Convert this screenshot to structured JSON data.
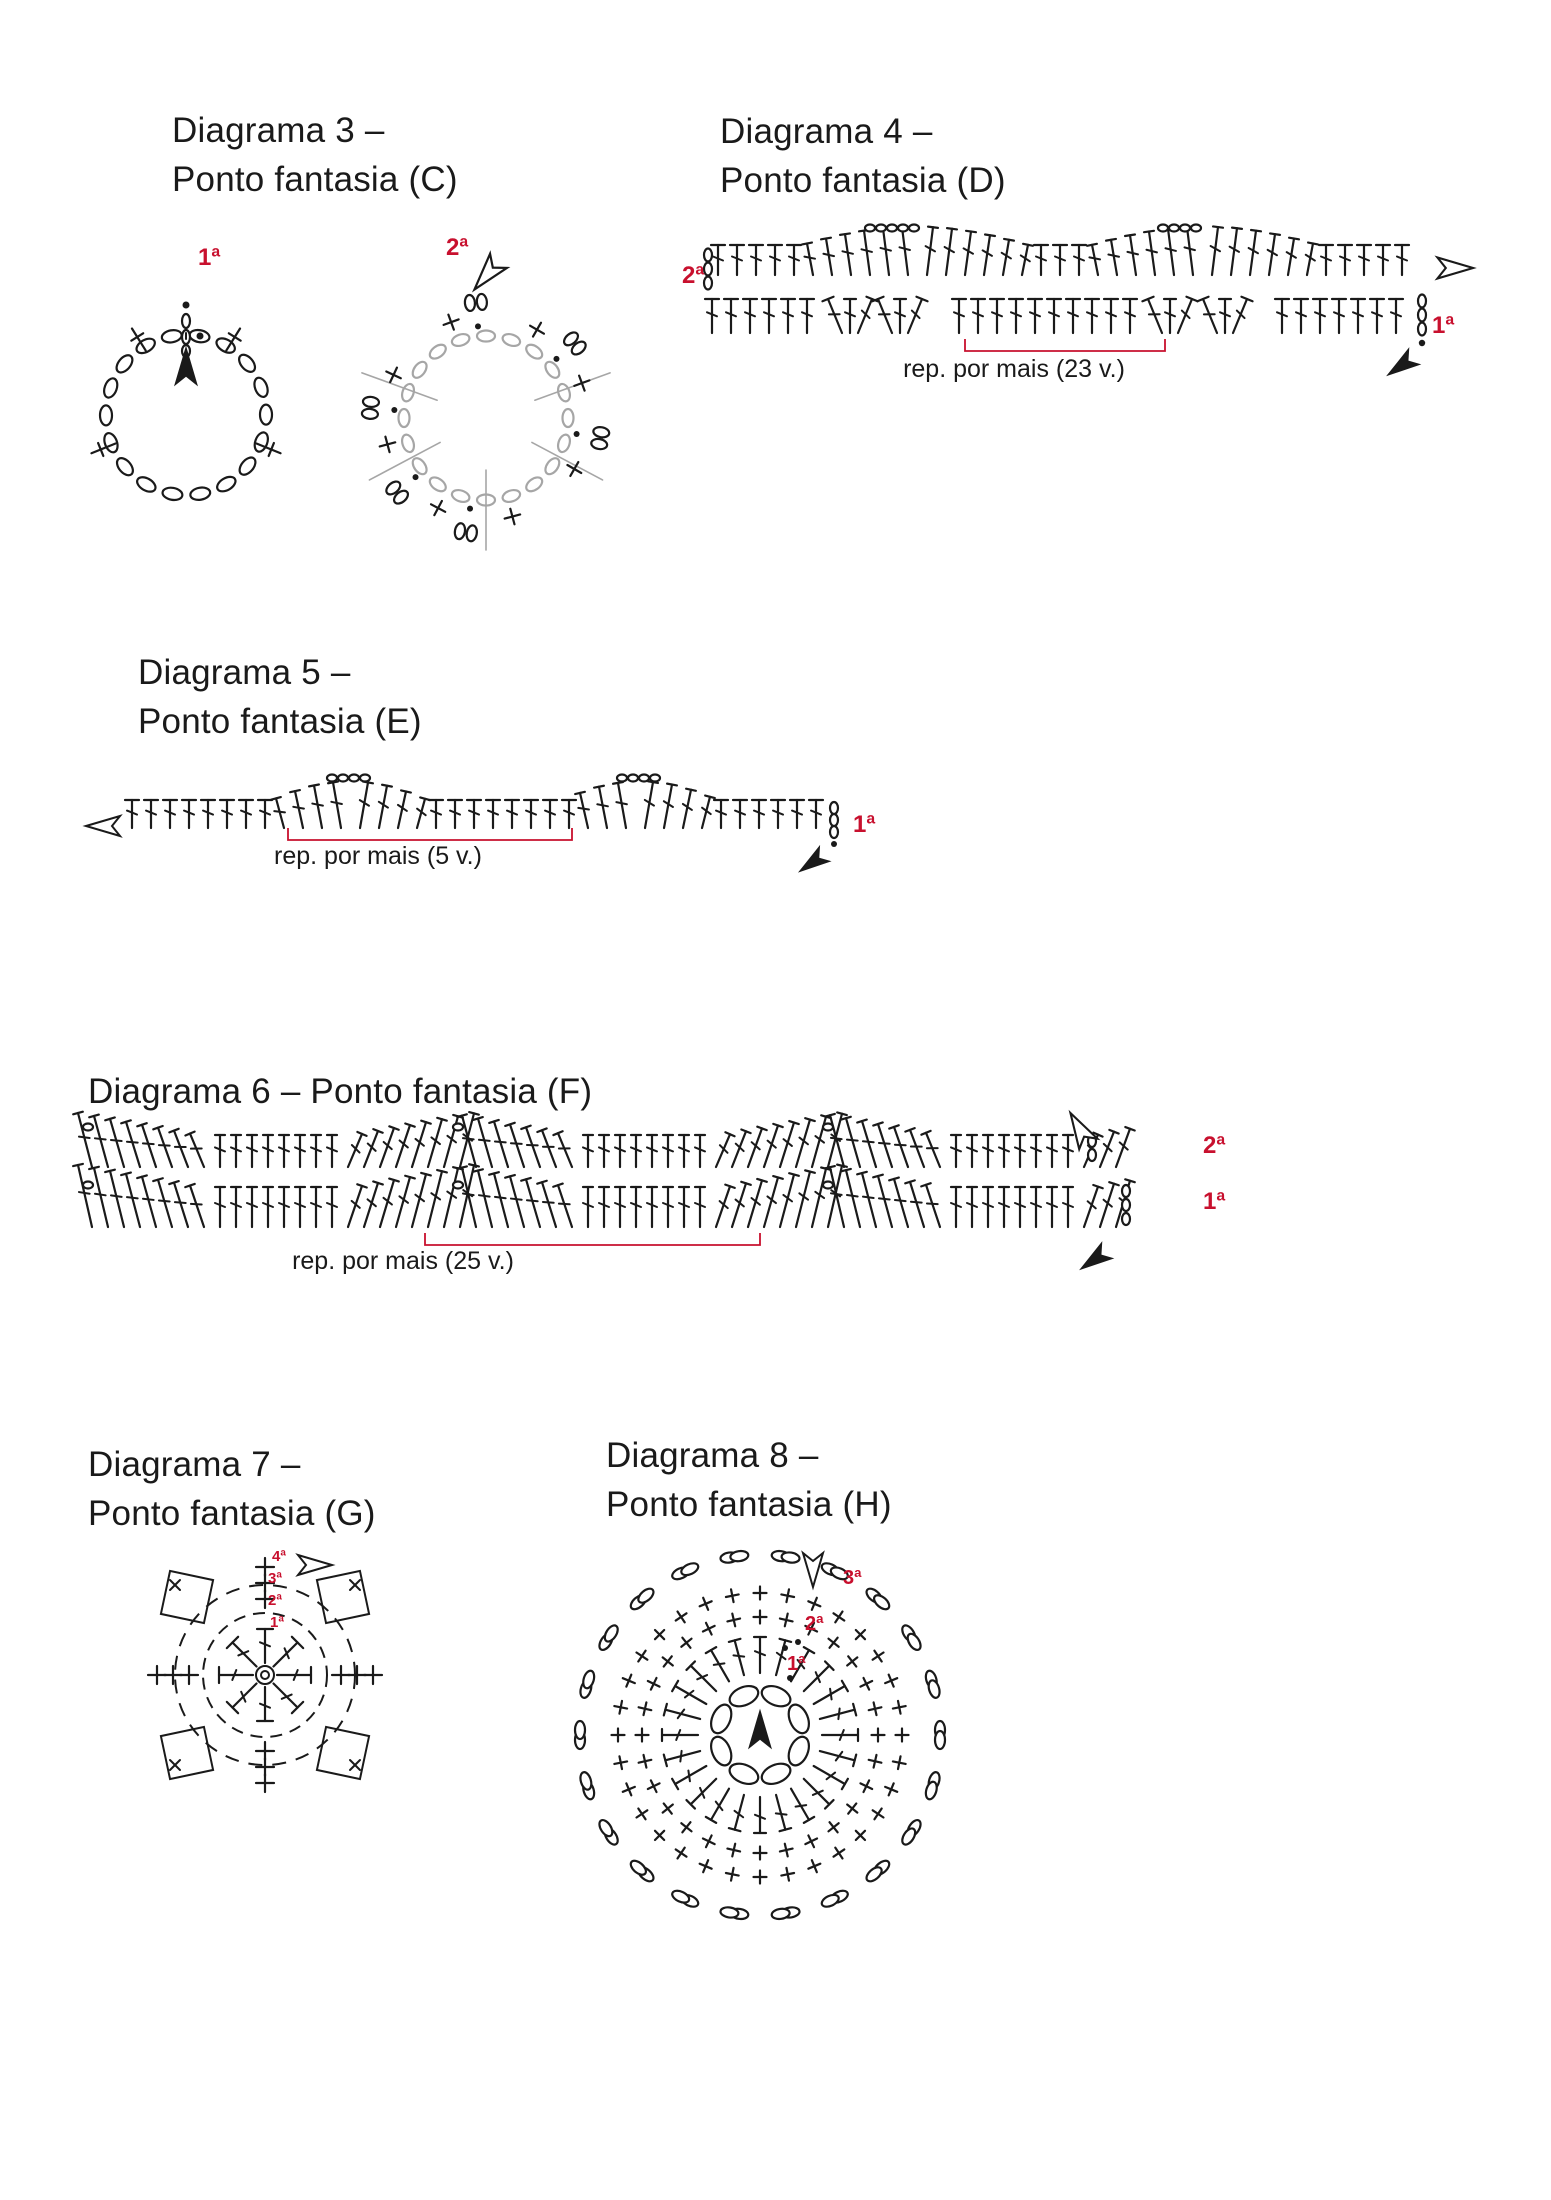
{
  "diagram3": {
    "title_line1": "Diagrama 3 –",
    "title_line2": "Ponto fantasia (C)",
    "row1": "1ª",
    "row2": "2ª"
  },
  "diagram4": {
    "title_line1": "Diagrama 4 –",
    "title_line2": "Ponto fantasia (D)",
    "row1": "1ª",
    "row2": "2ª",
    "repeat": "rep. por mais (23 v.)"
  },
  "diagram5": {
    "title_line1": "Diagrama 5 –",
    "title_line2": "Ponto fantasia (E)",
    "row1": "1ª",
    "repeat": "rep. por mais (5 v.)"
  },
  "diagram6": {
    "title": "Diagrama 6 – Ponto fantasia (F)",
    "row1": "1ª",
    "row2": "2ª",
    "repeat": "rep. por mais (25 v.)"
  },
  "diagram7": {
    "title_line1": "Diagrama 7 –",
    "title_line2": "Ponto fantasia (G)",
    "row1": "1ª",
    "row2": "2ª",
    "row3": "3ª",
    "row4": "4ª"
  },
  "diagram8": {
    "title_line1": "Diagrama 8 –",
    "title_line2": "Ponto fantasia (H)",
    "row1": "1ª",
    "row2": "2ª",
    "row3": "3ª"
  },
  "colors": {
    "ink": "#1a1a1a",
    "row_label": "#c8102e",
    "previous_row": "#a6a6a6"
  }
}
